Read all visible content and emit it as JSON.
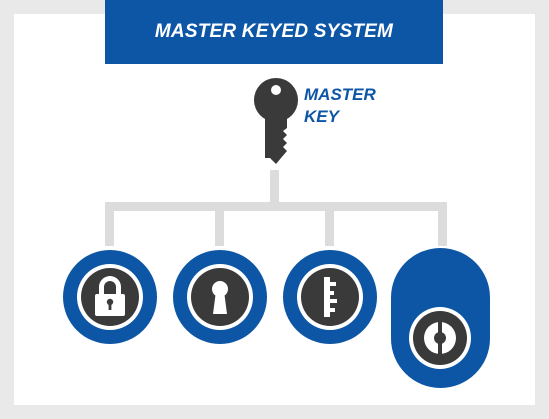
{
  "title": "MASTER KEYED SYSTEM",
  "master_key": {
    "line1": "MASTER",
    "line2": "KEY"
  },
  "colors": {
    "brand_blue": "#0d56a6",
    "connector_gray": "#dcdcdc",
    "icon_dark": "#3a3a3a",
    "background": "#ffffff"
  },
  "locks": [
    {
      "icon": "padlock-icon"
    },
    {
      "icon": "keyhole-icon"
    },
    {
      "icon": "key-cylinder-icon"
    },
    {
      "icon": "deadbolt-thumbturn-icon"
    }
  ]
}
